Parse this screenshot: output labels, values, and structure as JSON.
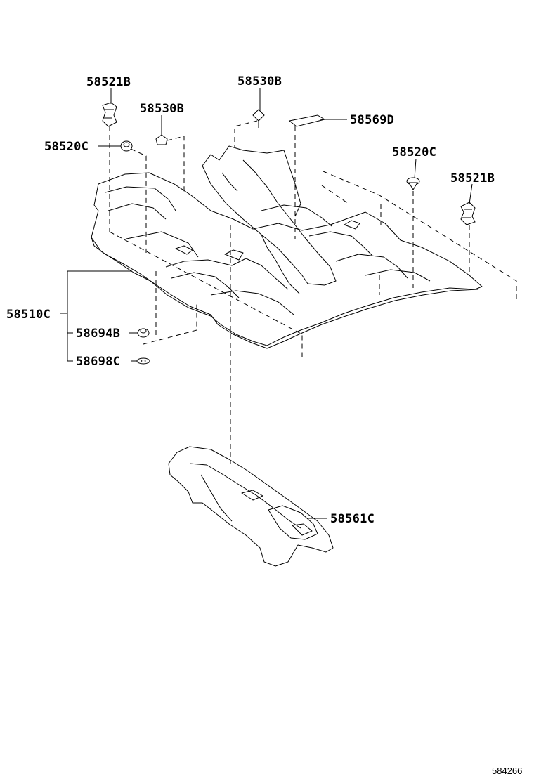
{
  "labels": {
    "clip_top_left": "58521B",
    "screw_top_center": "58530B",
    "screw_left": "58530B",
    "plate_top": "58569D",
    "grommet_left": "58520C",
    "grommet_right": "58520C",
    "clip_right": "58521B",
    "carpet_assy": "58510C",
    "nut": "58694B",
    "washer": "58698C",
    "tunnel_pad": "58561C"
  },
  "reference_number": "584266"
}
